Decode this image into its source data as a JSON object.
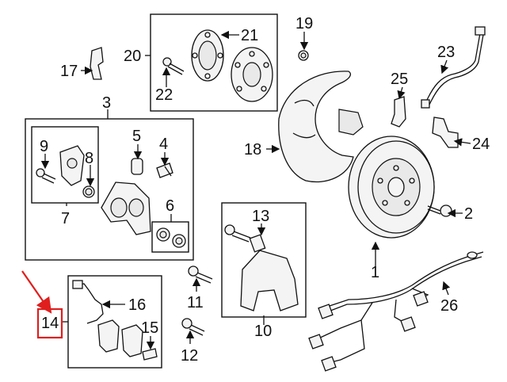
{
  "callouts": {
    "c1": "1",
    "c2": "2",
    "c3": "3",
    "c4": "4",
    "c5": "5",
    "c6": "6",
    "c7": "7",
    "c8": "8",
    "c9": "9",
    "c10": "10",
    "c11": "11",
    "c12": "12",
    "c13": "13",
    "c14": "14",
    "c15": "15",
    "c16": "16",
    "c17": "17",
    "c18": "18",
    "c19": "19",
    "c20": "20",
    "c21": "21",
    "c22": "22",
    "c23": "23",
    "c24": "24",
    "c25": "25",
    "c26": "26"
  },
  "highlight": {
    "callout": "14",
    "color": "#e01e1e"
  }
}
